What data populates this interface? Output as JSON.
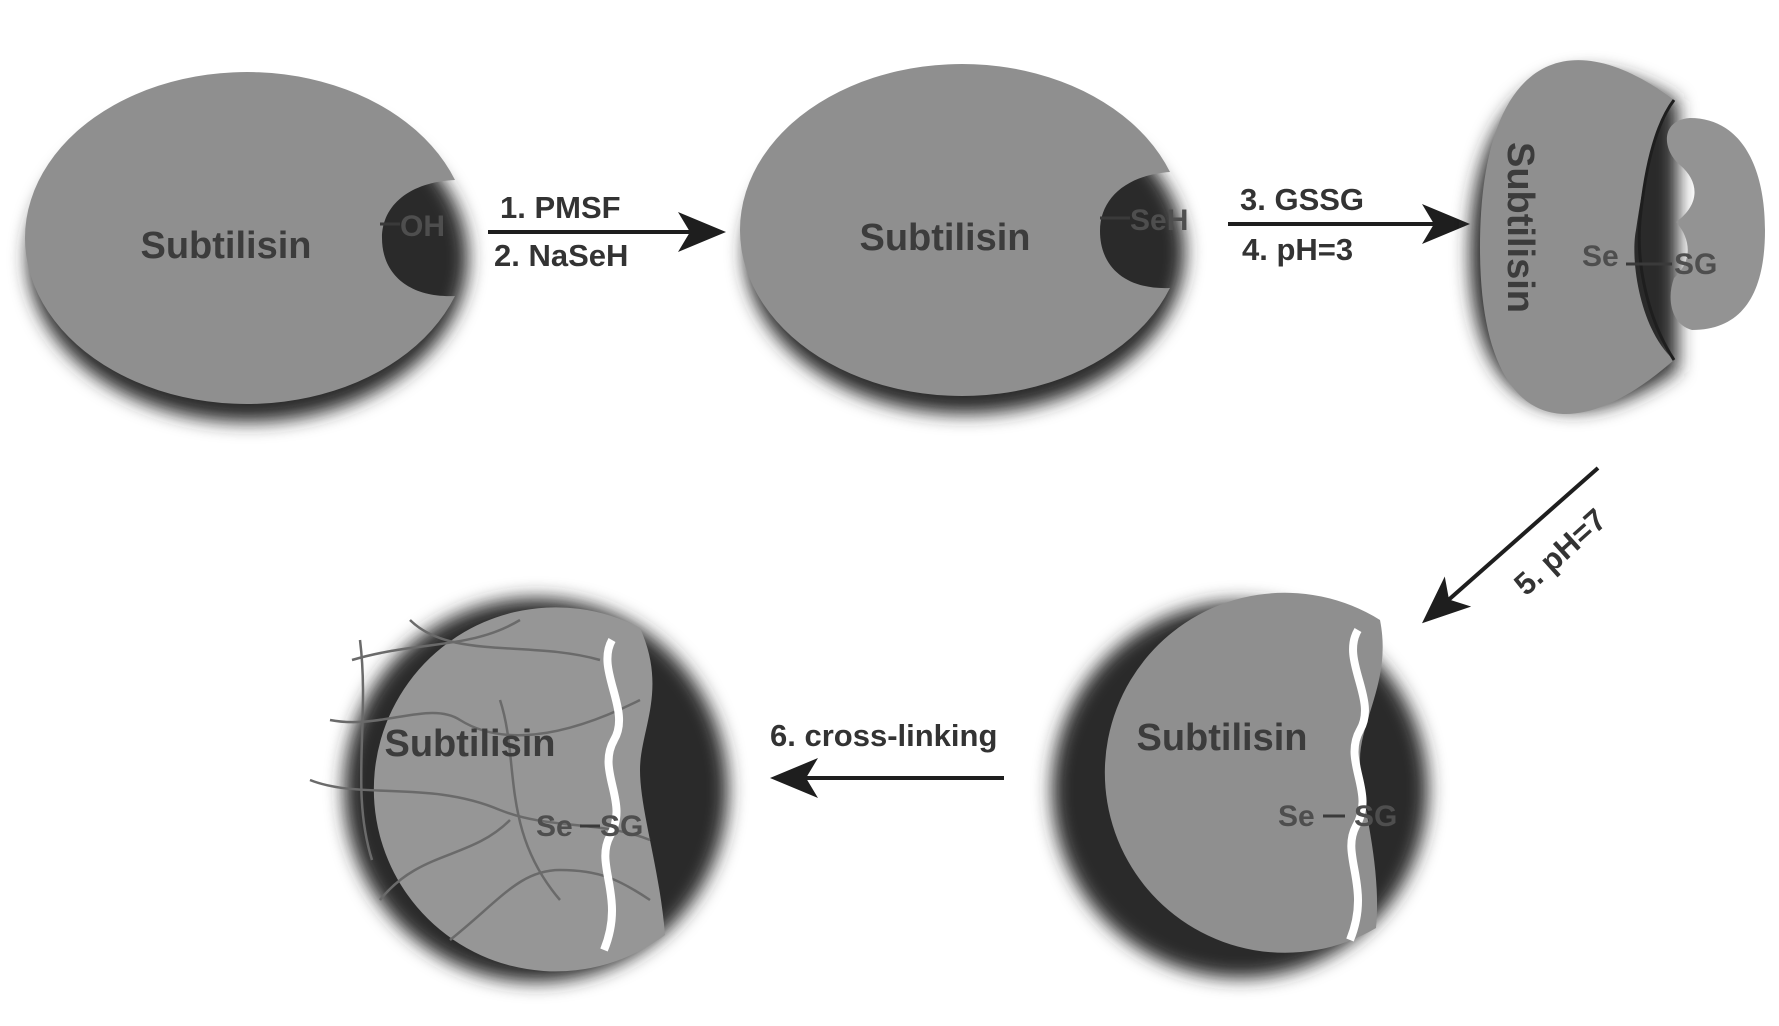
{
  "colors": {
    "protein": "#8f8f8f",
    "protein_light": "#969696",
    "shadow": "#2a2a2a",
    "text": "#3c3c3c",
    "background": "#ffffff",
    "crosslink": "#6a6a6a"
  },
  "states": {
    "native": {
      "label": "Subtilisin",
      "group": "OH"
    },
    "selenol": {
      "label": "Subtilisin",
      "group": "SeH"
    },
    "unfolded": {
      "label": "Subtilisin",
      "group_left": "Se",
      "group_right": "SG"
    },
    "refolded": {
      "label": "Subtilisin",
      "group_left": "Se",
      "group_right": "SG"
    },
    "crosslinked": {
      "label": "Subtilisin",
      "group_left": "Se",
      "group_right": "SG"
    }
  },
  "steps": {
    "s1": "1. PMSF",
    "s2": "2. NaSeH",
    "s3": "3. GSSG",
    "s4": "4. pH=3",
    "s5": "5. pH=7",
    "s6": "6. cross-linking"
  }
}
